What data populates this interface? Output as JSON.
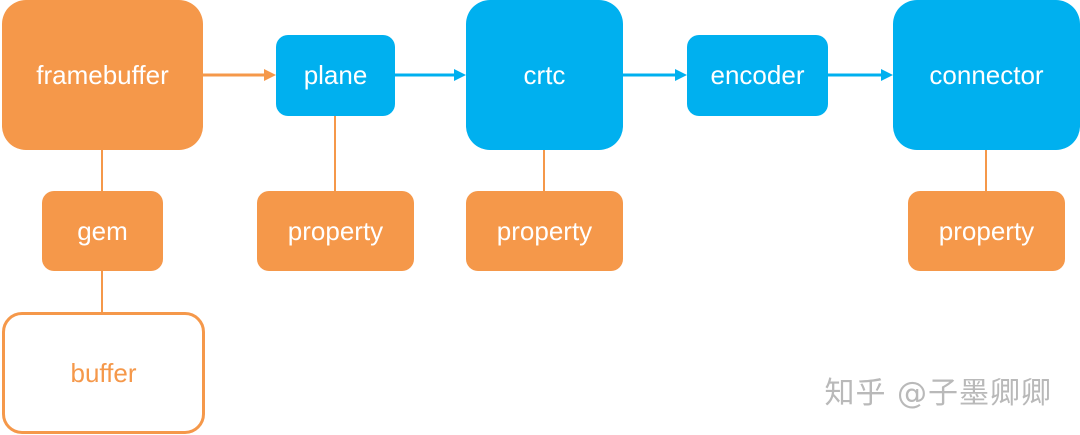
{
  "nodes": {
    "framebuffer": "framebuffer",
    "plane": "plane",
    "crtc": "crtc",
    "encoder": "encoder",
    "connector": "connector",
    "gem": "gem",
    "buffer": "buffer",
    "plane_property": "property",
    "crtc_property": "property",
    "connector_property": "property"
  },
  "watermark": "知乎 @子墨卿卿",
  "colors": {
    "orange": "#f5984a",
    "blue": "#00b0ef"
  }
}
